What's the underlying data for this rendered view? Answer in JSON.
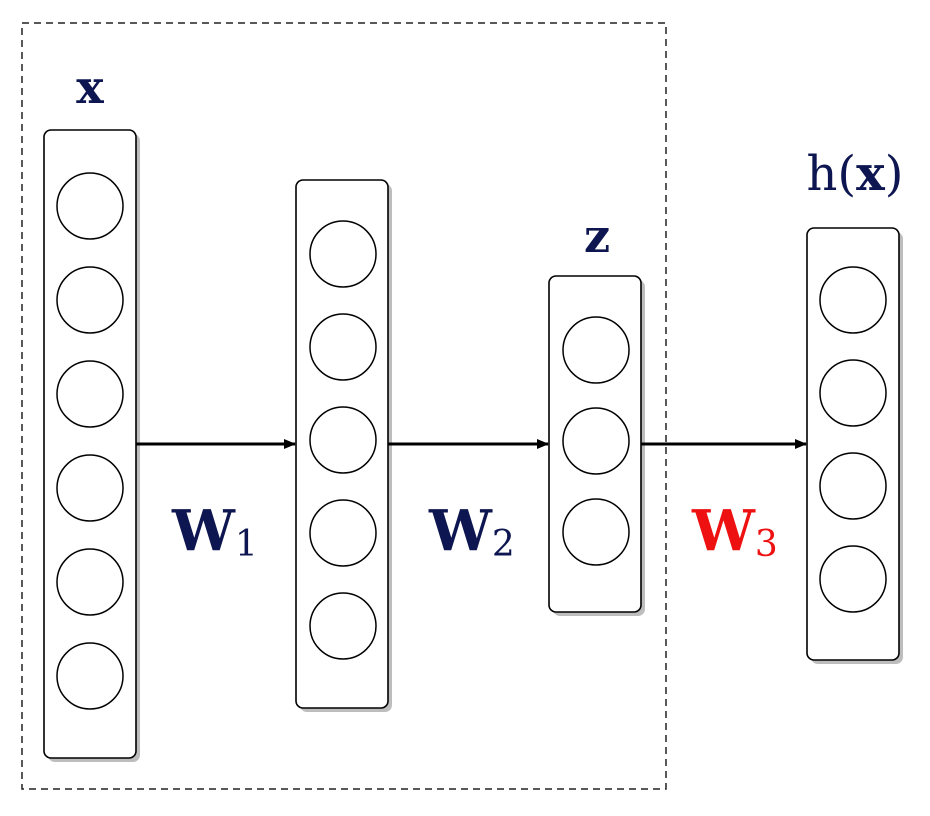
{
  "labels": {
    "input": "x",
    "latent": "z",
    "output_func": "h(",
    "output_arg": "x",
    "output_close": ")",
    "w1_base": "W",
    "w1_sub": "1",
    "w2_base": "W",
    "w2_sub": "2",
    "w3_base": "W",
    "w3_sub": "3"
  },
  "layers": [
    {
      "name": "input",
      "neurons": 6
    },
    {
      "name": "hidden",
      "neurons": 5
    },
    {
      "name": "latent",
      "neurons": 3
    },
    {
      "name": "output",
      "neurons": 4
    }
  ],
  "colors": {
    "label": "#0d1650",
    "highlight": "#ee1111",
    "stroke": "#000000",
    "shadow": "#bdbdbd"
  }
}
